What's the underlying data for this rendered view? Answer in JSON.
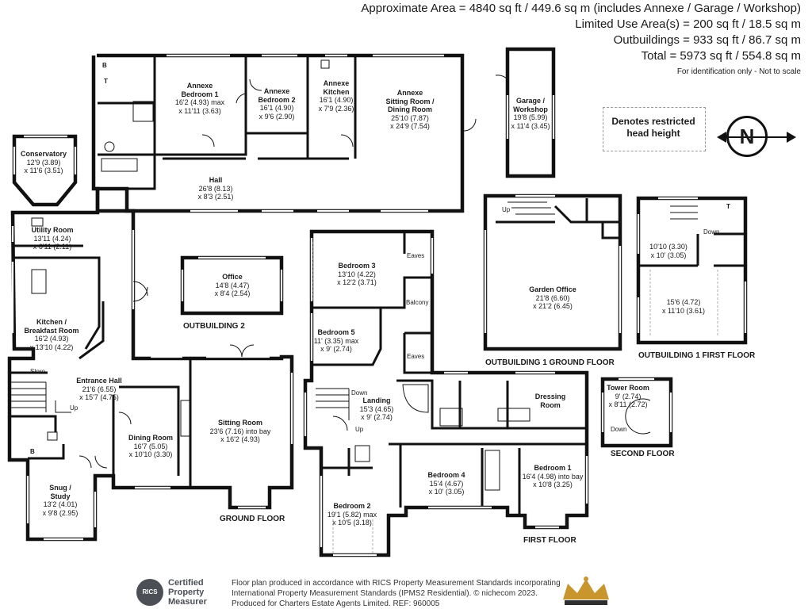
{
  "header": {
    "line1": "Approximate Area = 4840 sq ft / 449.6 sq m (includes Annexe / Garage / Workshop)",
    "line2": "Limited Use Area(s) = 200 sq ft / 18.5 sq m",
    "line3": "Outbuildings = 933 sq ft / 86.7 sq m",
    "line4": "Total = 5973 sq ft / 554.8 sq m",
    "note": "For identification only - Not to scale"
  },
  "legend": {
    "line1": "Denotes restricted",
    "line2": "head height"
  },
  "compass": {
    "letter": "N",
    "icon": "north-arrow-icon"
  },
  "rooms": {
    "annexe_bed1": {
      "name1": "Annexe",
      "name2": "Bedroom 1",
      "dim1": "16'2 (4.93) max",
      "dim2": "x 11'11 (3.63)"
    },
    "annexe_bed2": {
      "name1": "Annexe",
      "name2": "Bedroom 2",
      "dim1": "16'1 (4.90)",
      "dim2": "x 9'6 (2.90)"
    },
    "annexe_kitchen": {
      "name1": "Annexe",
      "name2": "Kitchen",
      "dim1": "16'1 (4.90)",
      "dim2": "x 7'9 (2.36)"
    },
    "annexe_sitting": {
      "name1": "Annexe",
      "name2": "Sitting Room /",
      "name3": "Dining Room",
      "dim1": "25'10 (7.87)",
      "dim2": "x 24'9 (7.54)"
    },
    "garage": {
      "name1": "Garage /",
      "name2": "Workshop",
      "dim1": "19'8 (5.99)",
      "dim2": "x 11'4 (3.45)"
    },
    "conservatory": {
      "name1": "Conservatory",
      "dim1": "12'9 (3.89)",
      "dim2": "x 11'6 (3.51)"
    },
    "hall": {
      "name1": "Hall",
      "dim1": "26'8 (8.13)",
      "dim2": "x 8'3 (2.51)"
    },
    "utility": {
      "name1": "Utility Room",
      "dim1": "13'11 (4.24)",
      "dim2": "x 6'11 (2.11)"
    },
    "office": {
      "name1": "Office",
      "dim1": "14'8 (4.47)",
      "dim2": "x 8'4 (2.54)"
    },
    "kitchen": {
      "name1": "Kitchen /",
      "name2": "Breakfast Room",
      "dim1": "16'2 (4.93)",
      "dim2": "x 13'10 (4.22)"
    },
    "entrance": {
      "name1": "Entrance Hall",
      "dim1": "21'6 (6.55)",
      "dim2": "x 15'7 (4.75)"
    },
    "dining": {
      "name1": "Dining Room",
      "dim1": "16'7 (5.05)",
      "dim2": "x 10'10 (3.30)"
    },
    "sitting": {
      "name1": "Sitting Room",
      "dim1": "23'6 (7.16) into bay",
      "dim2": "x 16'2 (4.93)"
    },
    "snug": {
      "name1": "Snug /",
      "name2": "Study",
      "dim1": "13'2 (4.01)",
      "dim2": "x 9'8 (2.95)"
    },
    "bed3": {
      "name1": "Bedroom 3",
      "dim1": "13'10 (4.22)",
      "dim2": "x 12'2 (3.71)"
    },
    "bed5": {
      "name1": "Bedroom 5",
      "dim1": "11' (3.35) max",
      "dim2": "x 9' (2.74)"
    },
    "landing": {
      "name1": "Landing",
      "dim1": "15'3 (4.65)",
      "dim2": "x 9' (2.74)"
    },
    "dressing": {
      "name1": "Dressing",
      "name2": "Room"
    },
    "bed4": {
      "name1": "Bedroom 4",
      "dim1": "15'4 (4.67)",
      "dim2": "x 10' (3.05)"
    },
    "bed1": {
      "name1": "Bedroom 1",
      "dim1": "16'4 (4.98) into bay",
      "dim2": "x 10'8 (3.25)"
    },
    "bed2": {
      "name1": "Bedroom 2",
      "dim1": "19'1 (5.82) max",
      "dim2": "x 10'5 (3.18)"
    },
    "garden_office": {
      "name1": "Garden Office",
      "dim1": "21'8 (6.60)",
      "dim2": "x 21'2 (6.45)"
    },
    "ob1_first_a": {
      "dim1": "10'10 (3.30)",
      "dim2": "x 10' (3.05)"
    },
    "ob1_first_b": {
      "dim1": "15'6 (4.72)",
      "dim2": "x 11'10 (3.61)"
    },
    "tower": {
      "name1": "Tower Room",
      "dim1": "9' (2.74)",
      "dim2": "x 8'11 (2.72)"
    }
  },
  "small_labels": {
    "eaves1": "Eaves",
    "eaves2": "Eaves",
    "balcony": "Balcony",
    "store": "Store",
    "up1": "Up",
    "up2": "Up",
    "up3": "Up",
    "down1": "Down",
    "down2": "Down",
    "down3": "Down",
    "b1": "B",
    "b2": "B",
    "t1": "T",
    "t2": "T"
  },
  "floor_labels": {
    "outbuilding2": "OUTBUILDING 2",
    "ground": "GROUND FLOOR",
    "first": "FIRST FLOOR",
    "ob1_ground": "OUTBUILDING 1 GROUND FLOOR",
    "ob1_first": "OUTBUILDING 1 FIRST FLOOR",
    "second": "SECOND FLOOR"
  },
  "footer": {
    "text1": "Floor plan produced in accordance with RICS Property Measurement Standards incorporating",
    "text2": "International Property Measurement Standards (IPMS2 Residential). © nichecom 2023.",
    "text3": "Produced for Charters Estate Agents Limited.  REF: 960005",
    "badge_circle": "RICS",
    "badge_l1": "Certified",
    "badge_l2": "Property",
    "badge_l3": "Measurer",
    "crown_icon": "crown-logo-icon"
  },
  "colors": {
    "wall": "#111111",
    "text": "#1a1a1a",
    "badge": "#4c4f55",
    "crown": "#c9962e"
  }
}
